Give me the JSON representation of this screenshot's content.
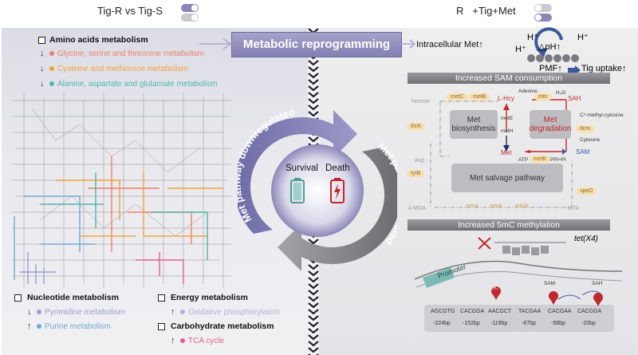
{
  "header": {
    "left_title": "Tig-R vs Tig-S",
    "right_title": "R   +Tig+Met"
  },
  "colors": {
    "toggle_purple": "#8a86b8",
    "toggle_gray": "#c9c9cf",
    "red": "#c0282c",
    "blue": "#3a5a9a",
    "teal": "#4e9e98",
    "orange": "#f3a13c",
    "salmon": "#ee8068",
    "pink": "#e0628a",
    "lavender": "#9d9bcf"
  },
  "banner": {
    "title": "Metabolic reprogramming",
    "intracellular": "Intracellular Met↑"
  },
  "left": {
    "amino": {
      "title": "Amino acids metabolism",
      "items": [
        {
          "arrow": "↓",
          "label": "Glycine, serine and threonine metabolism",
          "color": "#ee8068"
        },
        {
          "arrow": "↓",
          "label": "Cysteine and methionine metabolism",
          "color": "#f3a13c"
        },
        {
          "arrow": "↓",
          "label": "Alanine, aspartate and glutamate metabolism",
          "color": "#4eb7a8"
        }
      ]
    },
    "nucleotide": {
      "title": "Nucleotide metabolism",
      "items": [
        {
          "arrow": "↓",
          "label": "Pyrimidine metabolism",
          "color": "#9d9bcf"
        },
        {
          "arrow": "↑",
          "label": "Purine metabolism",
          "color": "#6ea9d2"
        }
      ]
    },
    "energy": {
      "title": "Energy metabolism",
      "items": [
        {
          "arrow": "↑",
          "label": "Oxidative phosphorylation",
          "color": "#b3b0dd"
        }
      ]
    },
    "carbohydrate": {
      "title": "Carbohydrate metabolism",
      "items": [
        {
          "arrow": "↑",
          "label": "TCA cycle",
          "color": "#e0628a"
        }
      ]
    }
  },
  "center": {
    "top_arc": "Met pathway downregulated",
    "right_arc": "Met pathway activated",
    "survival": "Survival",
    "death": "Death"
  },
  "pmf": {
    "h1": "H⁺",
    "h2": "H⁺",
    "h3": "H⁺",
    "dph": "△pH↑",
    "pmf": "PMF↑",
    "tig_uptake": "Tig uptake↑"
  },
  "sam": {
    "band": "Increased SAM consumption",
    "homser": "homser",
    "asp": "Asp",
    "mda": "4-MDA",
    "mta": "MTA",
    "lhcy": "L-Hcy",
    "sah": "SAH",
    "sam": "SAM",
    "met": "Met",
    "adenine": "Adenine",
    "h2o": "H₂O",
    "c5": "C⁵-methyl-cytosine",
    "cytosine": "Cytosine",
    "atp": "ATP",
    "pppi": "PPi+Pi",
    "met_bio": "Met biosynthesis",
    "met_deg": "Met degradation",
    "salvage": "Met salvage pathway",
    "enzymes": {
      "metC": "metC",
      "metB": "metB",
      "mtn": "mtn",
      "metE": "metE",
      "metH": "metH",
      "thrA": "thrA",
      "dcm": "dcm",
      "metK": "metK",
      "tyrB": "tyrB",
      "speD": "speD",
      "mtnA": "mtnA",
      "mtnK": "mtnK",
      "mtnN": "mtnN"
    }
  },
  "methyl": {
    "band": "Increased 5mC methylation",
    "tet": "tet(X4)",
    "promoter": "Promoter",
    "sites": [
      {
        "seq": "AGCGTG",
        "pos": "-224bp"
      },
      {
        "seq": "CACGGA",
        "pos": "-152bp"
      },
      {
        "seq": "AACGCT",
        "pos": "-119bp"
      },
      {
        "seq": "TACGAA",
        "pos": "-87bp"
      },
      {
        "seq": "CACGAA",
        "pos": "-56bp"
      },
      {
        "seq": "CACGGA",
        "pos": "-20bp"
      }
    ],
    "sam_label": "SAM",
    "sah_label": "SAH",
    "ch3": "CH₃"
  }
}
